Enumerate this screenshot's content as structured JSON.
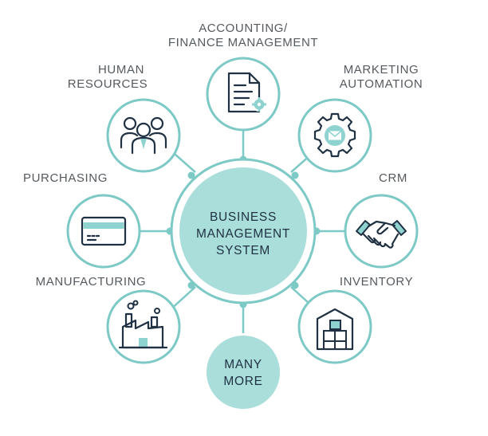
{
  "center": {
    "lines": [
      "BUSINESS",
      "MANAGEMENT",
      "SYSTEM"
    ]
  },
  "more": {
    "lines": [
      "MANY",
      "MORE"
    ]
  },
  "modules": [
    {
      "id": "accounting",
      "lines": [
        "ACCOUNTING/",
        "FINANCE MANAGEMENT"
      ],
      "icon": "document-gear-icon"
    },
    {
      "id": "marketing",
      "lines": [
        "MARKETING",
        "AUTOMATION"
      ],
      "icon": "gear-mail-icon"
    },
    {
      "id": "crm",
      "lines": [
        "CRM"
      ],
      "icon": "handshake-icon"
    },
    {
      "id": "inventory",
      "lines": [
        "INVENTORY"
      ],
      "icon": "warehouse-icon"
    },
    {
      "id": "manufacturing",
      "lines": [
        "MANUFACTURING"
      ],
      "icon": "factory-icon"
    },
    {
      "id": "purchasing",
      "lines": [
        "PURCHASING"
      ],
      "icon": "credit-card-icon"
    },
    {
      "id": "hr",
      "lines": [
        "HUMAN",
        "RESOURCES"
      ],
      "icon": "people-icon"
    }
  ],
  "colors": {
    "teal": "#7cc9c6",
    "teal_fill": "#a9dedb",
    "navy": "#1f3142",
    "label": "#555a5e"
  }
}
